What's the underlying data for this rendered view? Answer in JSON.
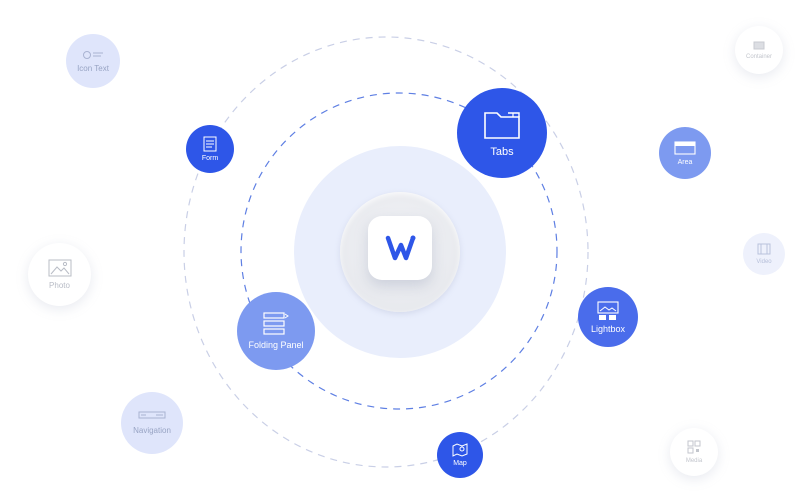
{
  "brand": {
    "logo_icon": "w-logo-icon",
    "accent": "#2e56e8"
  },
  "modules": {
    "tabs": {
      "label": "Tabs",
      "icon": "folder-icon"
    },
    "form": {
      "label": "Form",
      "icon": "form-list-icon"
    },
    "folding_panel": {
      "label": "Folding Panel",
      "icon": "folding-panel-icon"
    },
    "lightbox": {
      "label": "Lightbox",
      "icon": "lightbox-icon"
    },
    "map": {
      "label": "Map",
      "icon": "map-pin-icon"
    },
    "area": {
      "label": "Area",
      "icon": "area-icon"
    },
    "icon_text": {
      "label": "Icon Text",
      "icon": "icon-text-icon"
    },
    "photo": {
      "label": "Photo",
      "icon": "image-icon"
    },
    "navigation": {
      "label": "Navigation",
      "icon": "navigation-bar-icon"
    },
    "container": {
      "label": "Container",
      "icon": "container-icon"
    },
    "video": {
      "label": "Video",
      "icon": "video-icon"
    },
    "media": {
      "label": "Media",
      "icon": "qr-code-icon"
    }
  }
}
